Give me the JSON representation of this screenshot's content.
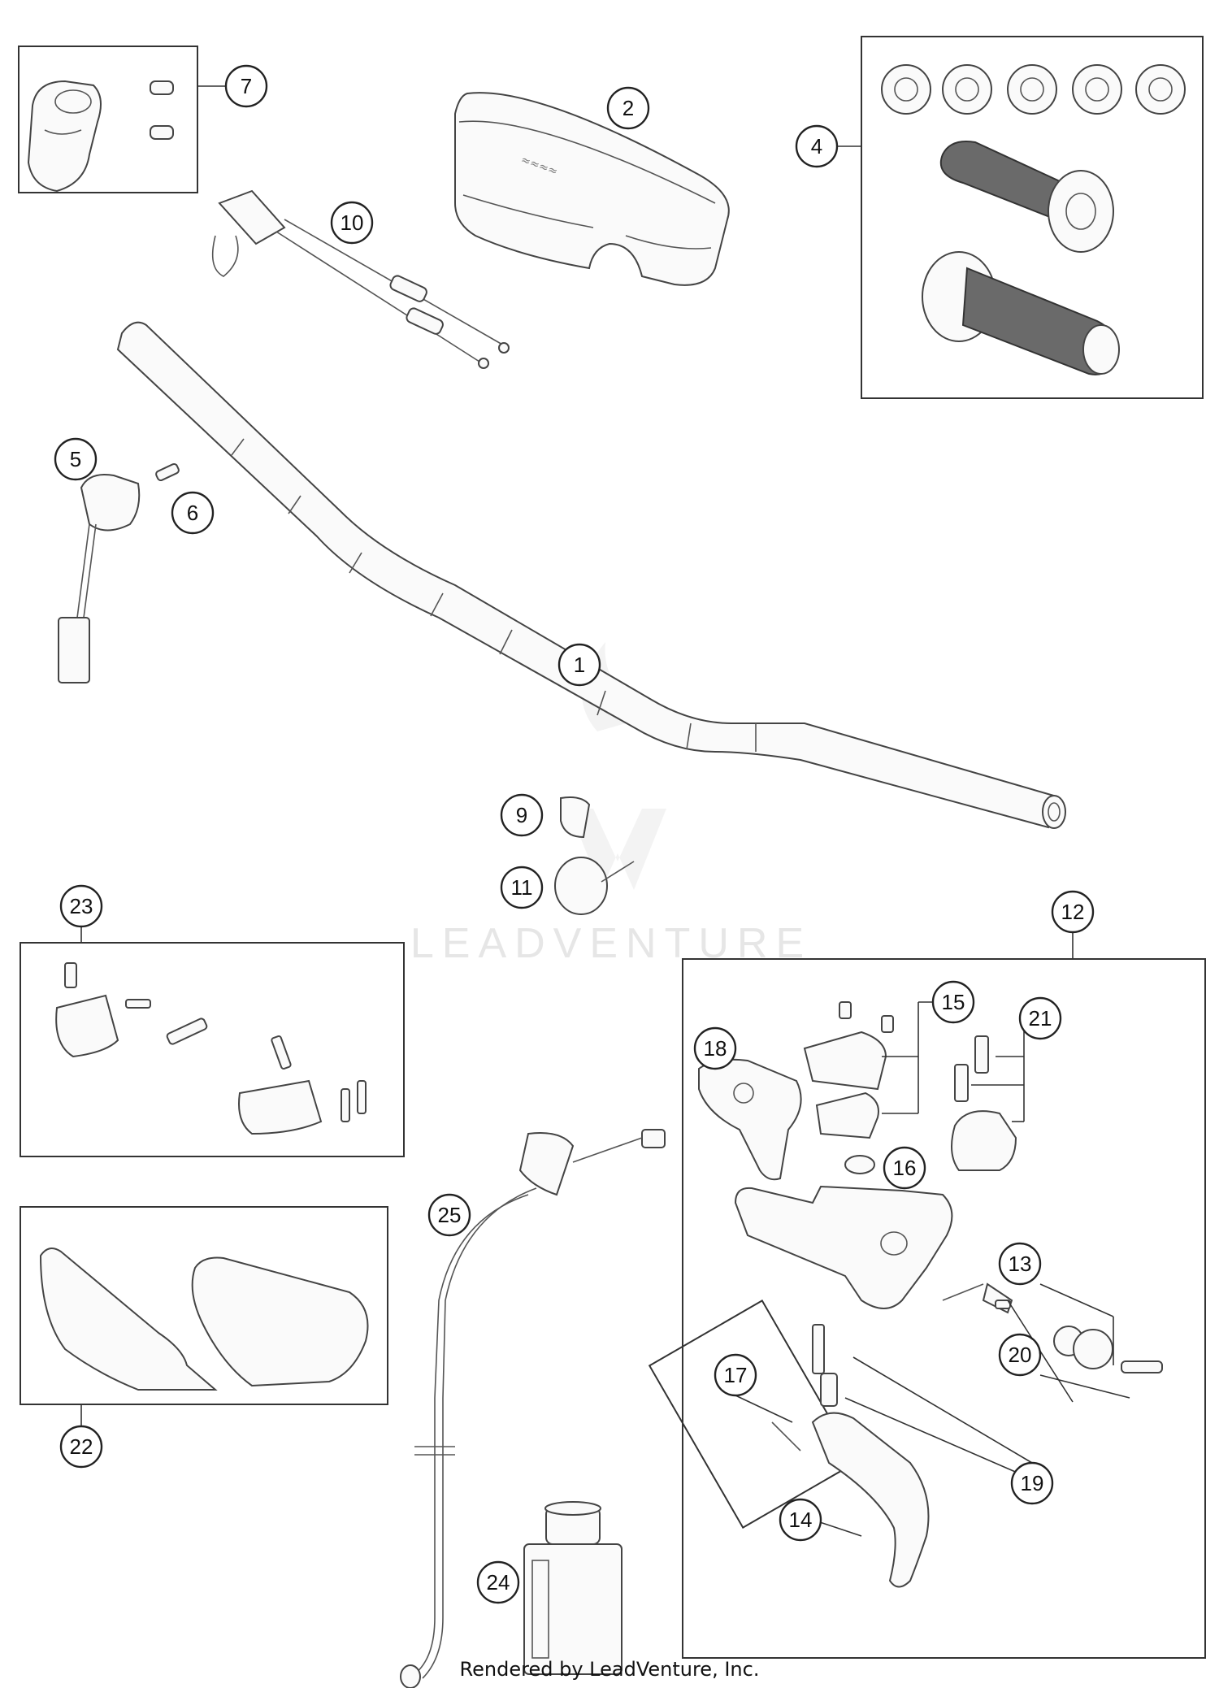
{
  "callouts": [
    "1",
    "2",
    "4",
    "5",
    "6",
    "7",
    "9",
    "10",
    "11",
    "12",
    "13",
    "14",
    "15",
    "16",
    "17",
    "18",
    "19",
    "20",
    "21",
    "22",
    "23",
    "24",
    "25"
  ],
  "watermark": "LEADVENTURE",
  "footer": "Rendered by LeadVenture, Inc."
}
